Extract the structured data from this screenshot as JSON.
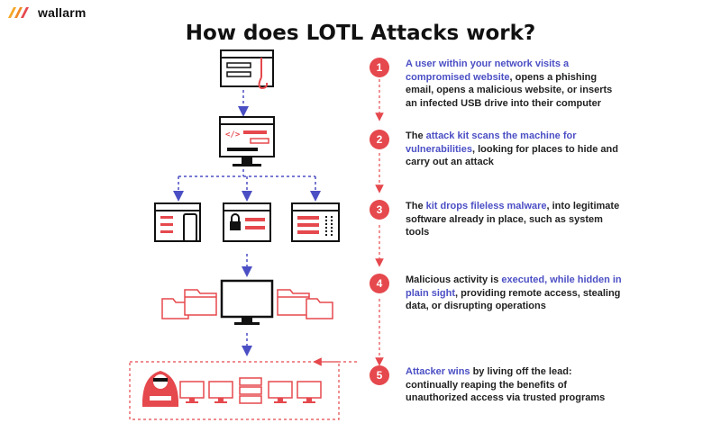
{
  "brand": {
    "name": "wallarm",
    "accent": "#e5484d",
    "highlight": "#4b4fc4"
  },
  "title": "How does LOTL Attacks work?",
  "steps": [
    {
      "number": "1",
      "highlight": "A user within your network visits a compromised website",
      "text": ", opens a phishing email, opens a malicious website, or inserts an infected USB drive into their computer"
    },
    {
      "number": "2",
      "prefix": "The ",
      "highlight": "attack kit scans the machine for vulnerabilities",
      "text": ", looking for places to hide and carry out an attack"
    },
    {
      "number": "3",
      "prefix": "The ",
      "highlight": "kit drops fileless malware",
      "text": ", into legitimate software already in place, such as system tools"
    },
    {
      "number": "4",
      "prefix": "Malicious activity is ",
      "highlight": "executed, while hidden in plain sight",
      "text": ", providing remote access, stealing data, or disrupting operations"
    },
    {
      "number": "5",
      "highlight": "Attacker wins",
      "text": " by living off the lead: continually reaping the benefits of unauthorized access via trusted programs"
    }
  ],
  "icons": [
    "wallarm-logo-icon",
    "phishing-window-icon",
    "code-monitor-icon",
    "mobile-window-icon",
    "locked-window-icon",
    "data-window-icon",
    "folder-icon",
    "monitor-icon",
    "hacker-icon",
    "computer-icon",
    "server-icon"
  ]
}
